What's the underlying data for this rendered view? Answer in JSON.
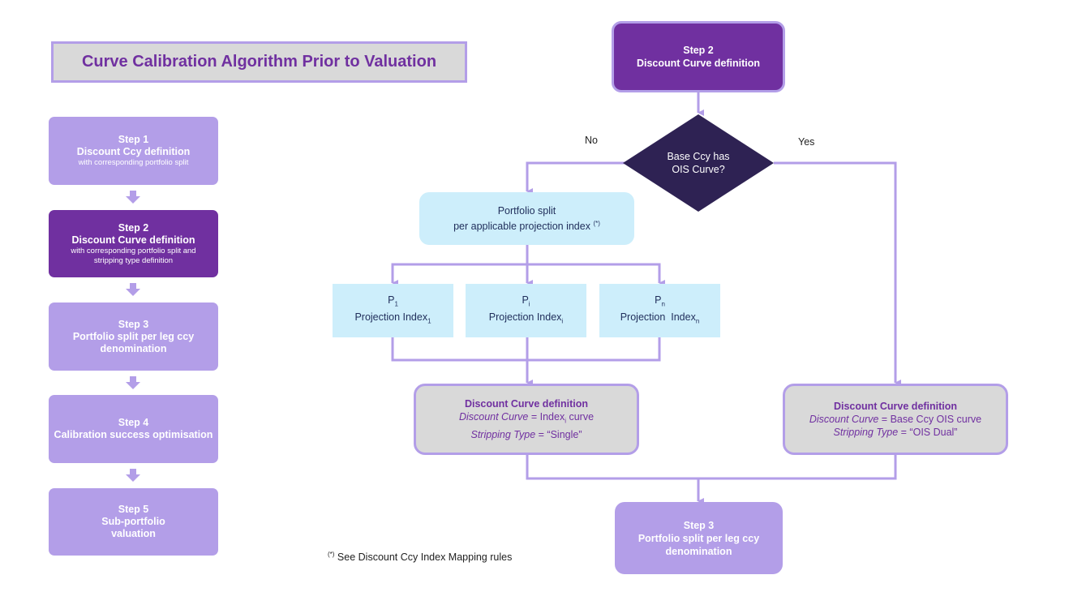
{
  "title": "Curve Calibration Algorithm Prior to Valuation",
  "colors": {
    "accent_light": "#b39ee8",
    "accent_dark": "#7030a0",
    "decision": "#2e2253",
    "projection_fill": "#cdeefb",
    "definition_fill": "#d9d9d9"
  },
  "steps": [
    {
      "title": "Step 1",
      "subtitle": "Discount Ccy definition",
      "detail": "with corresponding portfolio split",
      "active": false
    },
    {
      "title": "Step 2",
      "subtitle": "Discount Curve definition",
      "detail": "with corresponding portfolio split and stripping type definition",
      "active": true
    },
    {
      "title": "Step 3",
      "subtitle": "Portfolio split per leg ccy denomination",
      "detail": "",
      "active": false
    },
    {
      "title": "Step 4",
      "subtitle": "Calibration success optimisation",
      "detail": "",
      "active": false
    },
    {
      "title": "Step 5",
      "subtitle": "Sub-portfolio valuation",
      "detail": "",
      "active": false
    }
  ],
  "flow": {
    "start": {
      "title": "Step 2",
      "subtitle": "Discount Curve definition"
    },
    "decision": {
      "line1": "Base Ccy has",
      "line2": "OIS Curve?"
    },
    "no_label": "No",
    "yes_label": "Yes",
    "split": {
      "line1": "Portfolio split",
      "line2": "per applicable projection index",
      "note_mark": "(*)"
    },
    "projections": [
      {
        "p": "P",
        "p_sub": "1",
        "label": "Projection Index",
        "label_sub": "1"
      },
      {
        "p": "P",
        "p_sub": "i",
        "label": "Projection Index",
        "label_sub": "i"
      },
      {
        "p": "P",
        "p_sub": "n",
        "label": "Projection  Index",
        "label_sub": "n"
      }
    ],
    "def_no": {
      "heading": "Discount Curve definition",
      "curve_key": "Discount Curve",
      "curve_val_pre": " = Index",
      "curve_val_sub": "i",
      "curve_val_post": " curve",
      "strip_key": "Stripping Type",
      "strip_val": " = “Single”"
    },
    "def_yes": {
      "heading": "Discount Curve definition",
      "curve_key": "Discount Curve",
      "curve_val": " = Base Ccy OIS curve",
      "strip_key": "Stripping Type",
      "strip_val": " = “OIS Dual”"
    },
    "end": {
      "title": "Step 3",
      "subtitle": "Portfolio split per leg ccy denomination"
    }
  },
  "footnote": {
    "mark": "(*)",
    "text": " See Discount Ccy Index Mapping rules"
  }
}
